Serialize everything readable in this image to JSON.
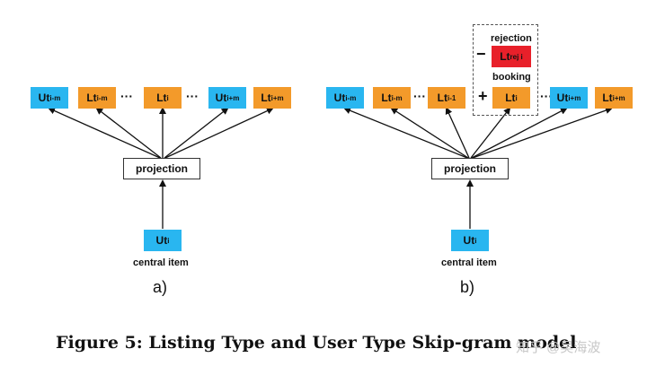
{
  "panel_a": {
    "top_nodes": [
      {
        "base": "Ut",
        "sub": "i-m",
        "type": "ut"
      },
      {
        "base": "Lt",
        "sub": "i-m",
        "type": "lt"
      },
      {
        "base": "Lt",
        "sub": "i",
        "type": "lt"
      },
      {
        "base": "Ut",
        "sub": "i+m",
        "type": "ut"
      },
      {
        "base": "Lt",
        "sub": "i+m",
        "type": "lt"
      }
    ],
    "ellipsis_1": "···",
    "ellipsis_2": "···",
    "projection": "projection",
    "central_node": {
      "base": "Ut",
      "sub": "i"
    },
    "central_label": "central item",
    "label": "a)"
  },
  "panel_b": {
    "top_nodes": [
      {
        "base": "Ut",
        "sub": "i-m",
        "type": "ut"
      },
      {
        "base": "Lt",
        "sub": "i-m",
        "type": "lt"
      },
      {
        "base": "Lt",
        "sub": "i-1",
        "type": "lt"
      },
      {
        "base": "Lt",
        "sub": "i",
        "type": "lt"
      },
      {
        "base": "Ut",
        "sub": "i+m",
        "type": "ut"
      },
      {
        "base": "Lt",
        "sub": "i+m",
        "type": "lt"
      }
    ],
    "ellipsis_1": "···",
    "ellipsis_2": "···",
    "rejection_label": "rejection",
    "rejection_node": {
      "base": "Lt",
      "sub": "rej i"
    },
    "minus": "−",
    "booking_label": "booking",
    "plus": "+",
    "projection": "projection",
    "central_node": {
      "base": "Ut",
      "sub": "i"
    },
    "central_label": "central item",
    "label": "b)"
  },
  "caption": "Figure 5: Listing Type and User Type Skip-gram model",
  "watermark": "知乎 @吴海波",
  "colors": {
    "ut": "#29b6f0",
    "lt": "#f39a2a",
    "rejection": "#e8202a"
  }
}
